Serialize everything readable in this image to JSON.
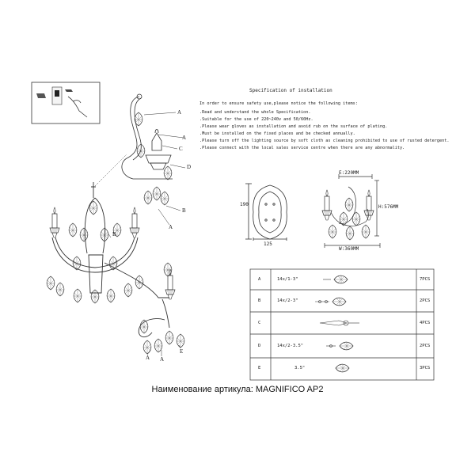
{
  "spec": {
    "title": "Specification of installation",
    "intro": "In order to ensure safety use,please notice the following items:",
    "items": [
      ".Read and understand the whole Specification.",
      ".Suitable for the use of 220~240v and 50/60Hz.",
      ".Please wear gloves as installation and avoid rub on the surface of plating.",
      ".Must be installed on the fixed places and be checked annually.",
      ".Please turn off the lighting source by soft cloth as cleaning prohibited to use of rusted detergent.",
      ".Please connect with the local sales service centre when there are any abnormality."
    ]
  },
  "dimensions": {
    "plate_height": "190",
    "plate_width": "125",
    "lamp_e": "E:220MM",
    "lamp_h": "H:576MM",
    "lamp_w": "W:360MM"
  },
  "parts_table": [
    {
      "label": "A",
      "size": "14x/1-3\"",
      "qty": "7PCS"
    },
    {
      "label": "B",
      "size": "14x/2-3\"",
      "qty": "2PCS"
    },
    {
      "label": "C",
      "size": "",
      "qty": "4PCS"
    },
    {
      "label": "D",
      "size": "14x/2-3.5\"",
      "qty": "2PCS"
    },
    {
      "label": "E",
      "size": "3.5\"",
      "qty": "3PCS"
    }
  ],
  "callouts": [
    "A",
    "A",
    "C",
    "D",
    "B",
    "A",
    "B",
    "A",
    "A",
    "E"
  ],
  "caption": "Наименование артикула: MAGNIFICO AP2"
}
